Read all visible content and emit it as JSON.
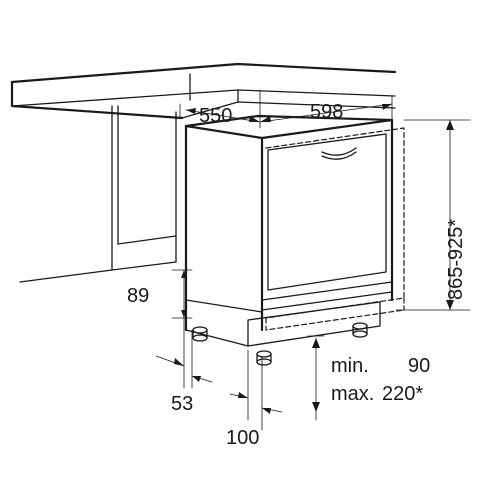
{
  "drawing": {
    "subject": "built-in dishwasher installation dimensions",
    "dimensions": {
      "depth": "550",
      "width": "598",
      "height": "865-925*",
      "plinth_height": "89",
      "foot_offset": "53",
      "plinth_recess": "100",
      "plinth_min_label": "min.",
      "plinth_min_value": "90",
      "plinth_max_label": "max.",
      "plinth_max_value": "220*"
    }
  }
}
